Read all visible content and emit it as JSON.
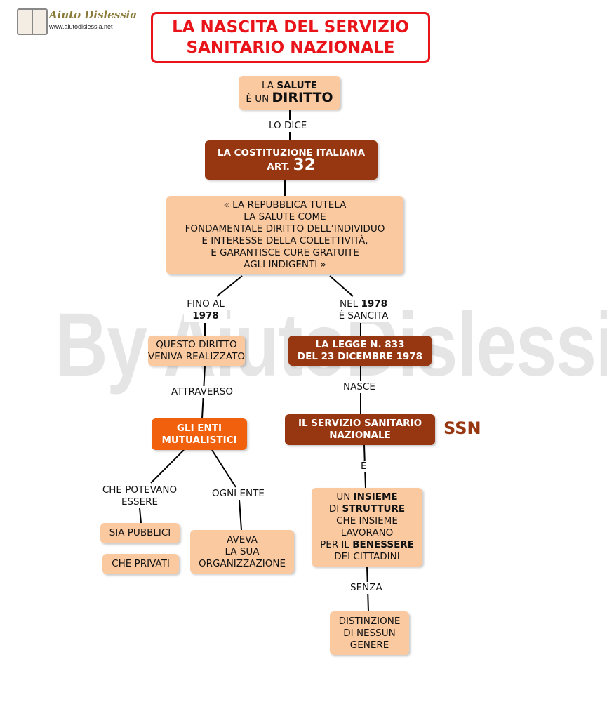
{
  "site": {
    "name": "Aiuto Dislessia",
    "url": "www.aiutodislessia.net",
    "watermark": "By AiutoDislessia.net"
  },
  "title": {
    "line1": "LA NASCITA DEL SERVIZIO",
    "line2": "SANITARIO NAZIONALE"
  },
  "colors": {
    "title_red": "#e8141a",
    "light_node": "#fbc9a0",
    "dark_node": "#973711",
    "orange_node": "#f1600d"
  },
  "nodes": {
    "salute": {
      "line1_pre": "LA ",
      "line1_bold": "SALUTE",
      "line2_pre": "È UN ",
      "line2_bold": "DIRITTO"
    },
    "costituzione": {
      "line1": "LA COSTITUZIONE ITALIANA",
      "art_label": "ART.",
      "art_num": "32"
    },
    "quote": {
      "lines": [
        "« LA  REPUBBLICA  TUTELA",
        "LA  SALUTE  COME",
        "FONDAMENTALE  DIRITTO DELL’INDIVIDUO",
        "E  INTERESSE  DELLA  COLLETTIVITÀ,",
        "E  GARANTISCE  CURE  GRATUITE",
        "AGLI INDIGENTI »"
      ]
    },
    "diritto_realizzato": {
      "line1": "QUESTO DIRITTO",
      "line2": "VENIVA REALIZZATO"
    },
    "legge": {
      "line1": "LA LEGGE N. 833",
      "line2": "DEL 23 DICEMBRE 1978"
    },
    "enti": {
      "line1": "GLI ENTI",
      "line2": "MUTUALISTICI"
    },
    "ssn": {
      "line1": "IL SERVIZIO SANITARIO",
      "line2": "NAZIONALE",
      "abbr": "SSN"
    },
    "pubblici": {
      "text": "SIA PUBBLICI"
    },
    "privati": {
      "text": "CHE PRIVATI"
    },
    "organizzazione": {
      "line1": "AVEVA",
      "line2": "LA SUA",
      "line3": "ORGANIZZAZIONE"
    },
    "insieme": {
      "l1_pre": "UN ",
      "l1_bold": "INSIEME",
      "l2_pre": "DI ",
      "l2_bold": "STRUTTURE",
      "l3": "CHE INSIEME",
      "l4": "LAVORANO",
      "l5_pre": "PER IL ",
      "l5_bold": "BENESSERE",
      "l6": "DEI CITTADINI"
    },
    "distinzione": {
      "line1": "DISTINZIONE",
      "line2": "DI NESSUN",
      "line3": "GENERE"
    }
  },
  "links": {
    "lo_dice": "LO DICE",
    "fino_al": {
      "line1": "FINO AL",
      "line2": "1978"
    },
    "nel_1978": {
      "line1_pre": "NEL ",
      "line1_bold": "1978",
      "line2": "È SANCITA"
    },
    "attraverso": "ATTRAVERSO",
    "nasce": "NASCE",
    "che_potevano": {
      "line1": "CHE POTEVANO",
      "line2": "ESSERE"
    },
    "ogni_ente": "OGNI ENTE",
    "e": "È",
    "senza": "SENZA"
  }
}
